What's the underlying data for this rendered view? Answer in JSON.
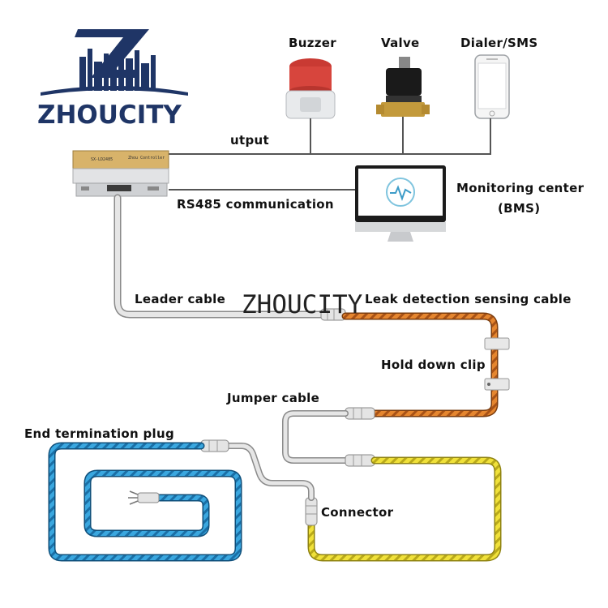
{
  "logo": {
    "text": "ZHOUCITY",
    "color": "#1f3566"
  },
  "watermark": "ZHOUCITY",
  "devices": {
    "buzzer": "Buzzer",
    "valve": "Valve",
    "dialer": "Dialer/SMS"
  },
  "labels": {
    "output": "utput",
    "rs485": "RS485 communication",
    "monitoring_line1": "Monitoring center",
    "monitoring_line2": "(BMS)",
    "leader_cable": "Leader cable",
    "sensing_cable": "Leak detection sensing cable",
    "hold_down_clip": "Hold down clip",
    "jumper_cable": "Jumper cable",
    "end_termination": "End termination plug",
    "connector": "Connector"
  },
  "controller": {
    "model_text": "SX-LD2485",
    "brand_text": "Zhou Controller"
  },
  "colors": {
    "orange_cable": "#e07a2a",
    "yellow_cable": "#ecdc2a",
    "blue_cable": "#2f9ed8",
    "gray_cable": "#c8c8c8"
  }
}
